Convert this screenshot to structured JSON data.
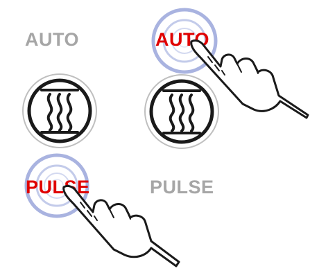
{
  "panels": [
    {
      "id": "left",
      "top_label": "AUTO",
      "top_label_active": false,
      "bottom_label": "PULSE",
      "bottom_label_active": true,
      "icon": "heat-waves-icon",
      "touch_target": "pulse"
    },
    {
      "id": "right",
      "top_label": "AUTO",
      "top_label_active": true,
      "bottom_label": "PULSE",
      "bottom_label_active": false,
      "icon": "heat-waves-icon",
      "touch_target": "auto"
    }
  ],
  "colors": {
    "active_label": "#e00000",
    "inactive_label": "#a6a6a6",
    "touch_ring": "#a9b3e0",
    "outline": "#1a1a1a",
    "button_face": "#ffffff"
  },
  "icons": [
    "heat-waves-icon",
    "touch-ripple-icon",
    "pointing-hand-icon"
  ]
}
